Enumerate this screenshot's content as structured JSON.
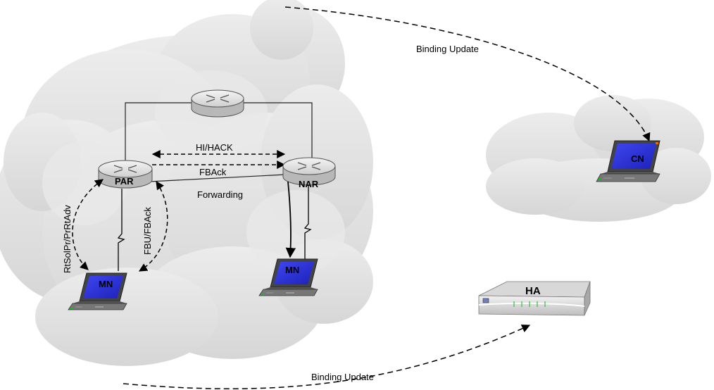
{
  "labels": {
    "binding_update_top": "Binding Update",
    "binding_update_bottom": "Binding Update",
    "hi_hack": "HI/HACK",
    "fback": "FBAck",
    "forwarding": "Forwarding",
    "rtsolpr": "RtSolPr/PrRtAdv",
    "fbu_fback": "FBU/FBAck"
  },
  "nodes": {
    "par": "PAR",
    "nar": "NAR",
    "mn_left": "MN",
    "mn_right": "MN",
    "cn": "CN",
    "ha": "HA"
  },
  "icons": {
    "router": "router-icon",
    "laptop": "laptop-icon",
    "home_agent": "network-device-icon",
    "cloud": "cloud-shape"
  },
  "colors": {
    "cloud": "#e2e2e2",
    "router": "#dcdcdc",
    "screen": "#2a2fd6",
    "line": "#000000"
  }
}
